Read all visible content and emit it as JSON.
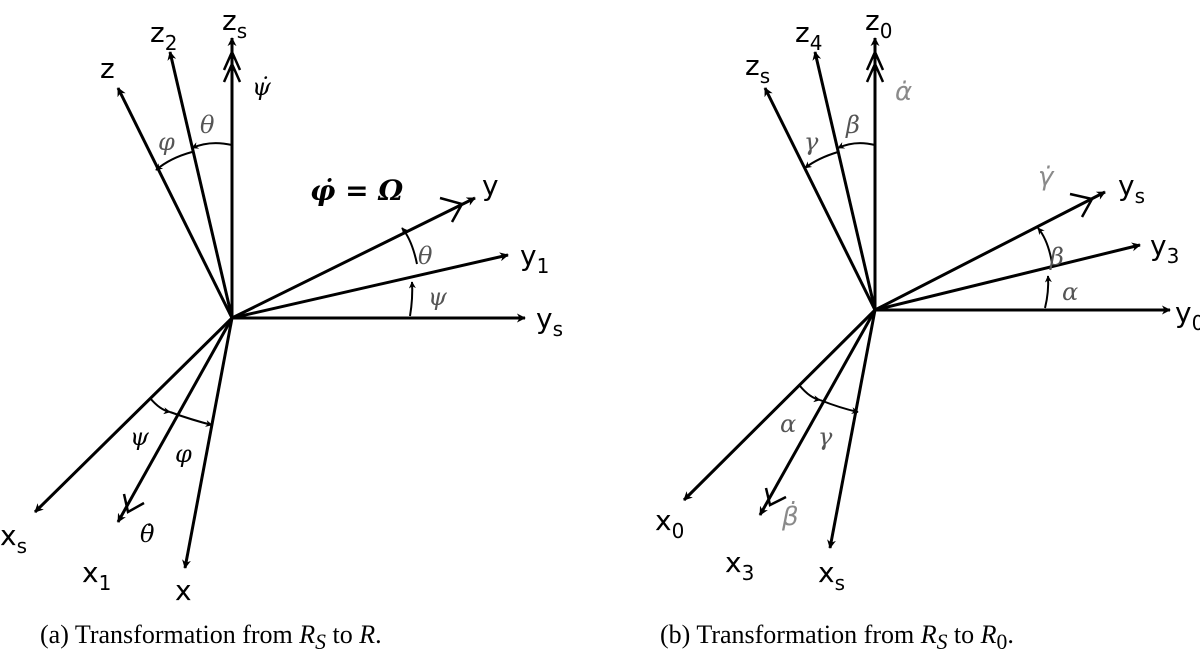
{
  "panel_a": {
    "axis_labels": {
      "zs": "z_s",
      "z2": "z_2",
      "z": "z",
      "y": "y",
      "y1": "y_1",
      "ys": "y_s",
      "xs": "x_s",
      "x1": "x_1",
      "x": "x"
    },
    "equation": "φ̇ = Ω",
    "rate_labels": {
      "psi_dot": "ψ̇",
      "theta_dot": "θ̇"
    },
    "angle_labels": {
      "theta_top": "θ",
      "phi_top": "φ",
      "theta_mid": "θ",
      "psi_mid": "ψ",
      "psi_bottom": "ψ",
      "phi_bottom": "φ"
    },
    "caption": {
      "prefix": "(a) Transformation from",
      "from": "R",
      "from_sub": "S",
      "to_word": "to",
      "to": "R",
      "to_sub": "",
      "end": "."
    }
  },
  "panel_b": {
    "axis_labels": {
      "z0": "z_0",
      "z4": "z_4",
      "zs": "z_s",
      "ys": "y_s",
      "y3": "y_3",
      "y0": "y_0",
      "x0": "x_0",
      "x3": "x_3",
      "xs": "x_s"
    },
    "rate_labels": {
      "alpha_dot": "α̇",
      "gamma_dot": "γ̇",
      "beta_dot": "β̇"
    },
    "angle_labels": {
      "beta_top": "β",
      "gamma_top": "γ",
      "beta_mid": "β",
      "alpha_mid": "α",
      "alpha_bottom": "α",
      "gamma_bottom": "γ"
    },
    "caption": {
      "prefix": "(b) Transformation from",
      "from": "R",
      "from_sub": "S",
      "to_word": "to",
      "to": "R",
      "to_sub": "0",
      "end": "."
    }
  }
}
